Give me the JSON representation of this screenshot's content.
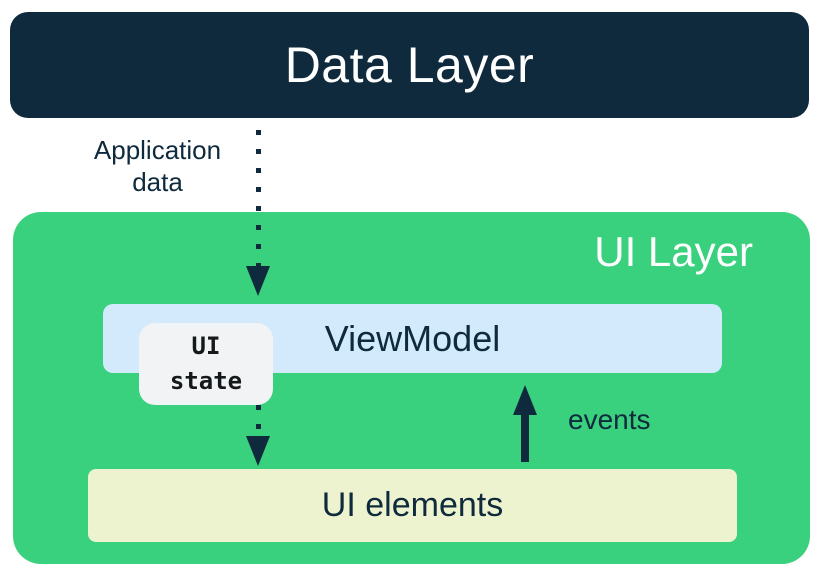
{
  "colors": {
    "navy": "#0e2a3c",
    "green": "#3ad17e",
    "light-blue": "#d2eafc",
    "cream": "#edf3cf",
    "chip-bg": "#f1f3f4",
    "chip-text": "#16191c",
    "white": "#ffffff"
  },
  "data_layer": {
    "label": "Data Layer"
  },
  "ui_layer": {
    "label": "UI Layer"
  },
  "viewmodel": {
    "label": "ViewModel"
  },
  "ui_state_chip": {
    "line1": "UI",
    "line2": "state"
  },
  "ui_elements": {
    "label": "UI elements"
  },
  "arrow_application_data": {
    "label_line1": "Application",
    "label_line2": "data",
    "style": "dotted",
    "direction": "down"
  },
  "arrow_events": {
    "label": "events",
    "style": "solid",
    "direction": "up"
  }
}
